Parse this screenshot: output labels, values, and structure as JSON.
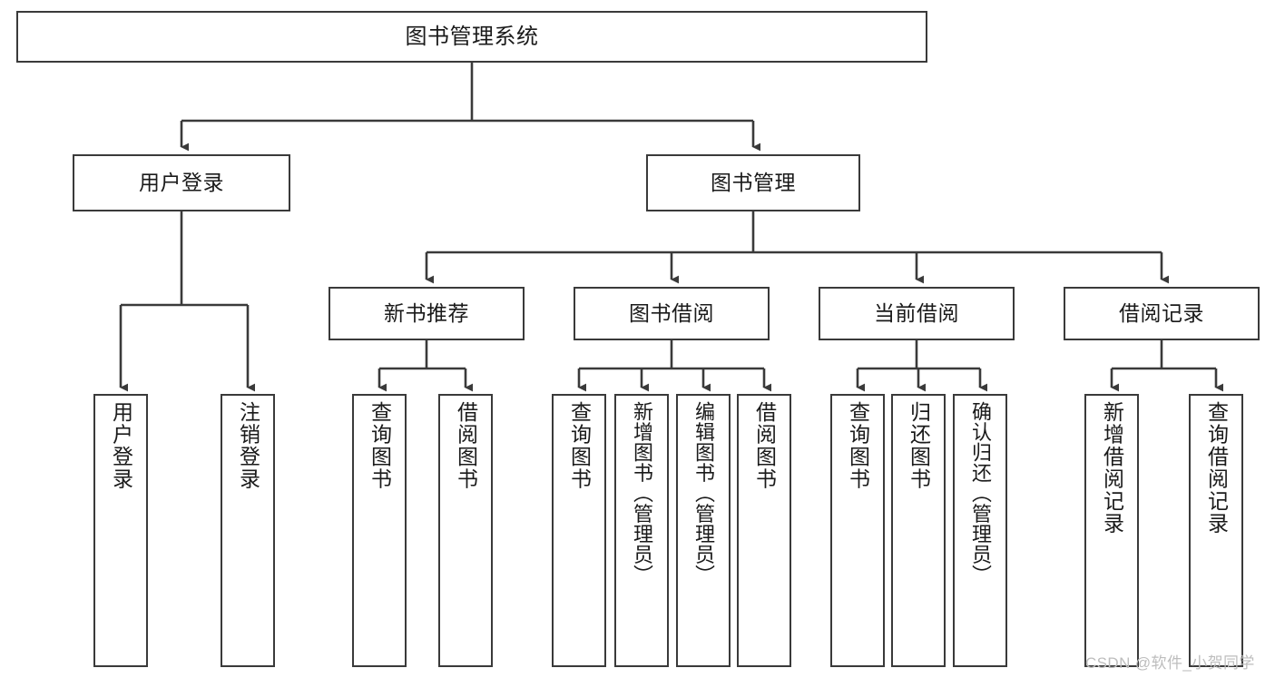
{
  "diagram": {
    "title": "图书管理系统",
    "type": "tree",
    "watermark": "CSDN @软件_小贺同学",
    "colors": {
      "background": "#ffffff",
      "box_border": "#3a3a3a",
      "box_fill": "#ffffff",
      "connector": "#3a3a3a",
      "text": "#1a1a1a",
      "watermark": "#bdbdbd"
    },
    "root": {
      "label": "图书管理系统"
    },
    "level2": [
      {
        "label": "用户登录"
      },
      {
        "label": "图书管理"
      }
    ],
    "level3": [
      {
        "label": "新书推荐"
      },
      {
        "label": "图书借阅"
      },
      {
        "label": "当前借阅"
      },
      {
        "label": "借阅记录"
      }
    ],
    "leaves": {
      "user_login": [
        {
          "label": "用户登录"
        },
        {
          "label": "注销登录"
        }
      ],
      "new_book_recommend": [
        {
          "label": "查询图书"
        },
        {
          "label": "借阅图书"
        }
      ],
      "book_borrow": [
        {
          "label": "查询图书"
        },
        {
          "label": "新增图书（管理员）"
        },
        {
          "label": "编辑图书（管理员）"
        },
        {
          "label": "借阅图书"
        }
      ],
      "current_borrow": [
        {
          "label": "查询图书"
        },
        {
          "label": "归还图书"
        },
        {
          "label": "确认归还（管理员）"
        }
      ],
      "borrow_record": [
        {
          "label": "新增借阅记录"
        },
        {
          "label": "查询借阅记录"
        }
      ]
    }
  }
}
